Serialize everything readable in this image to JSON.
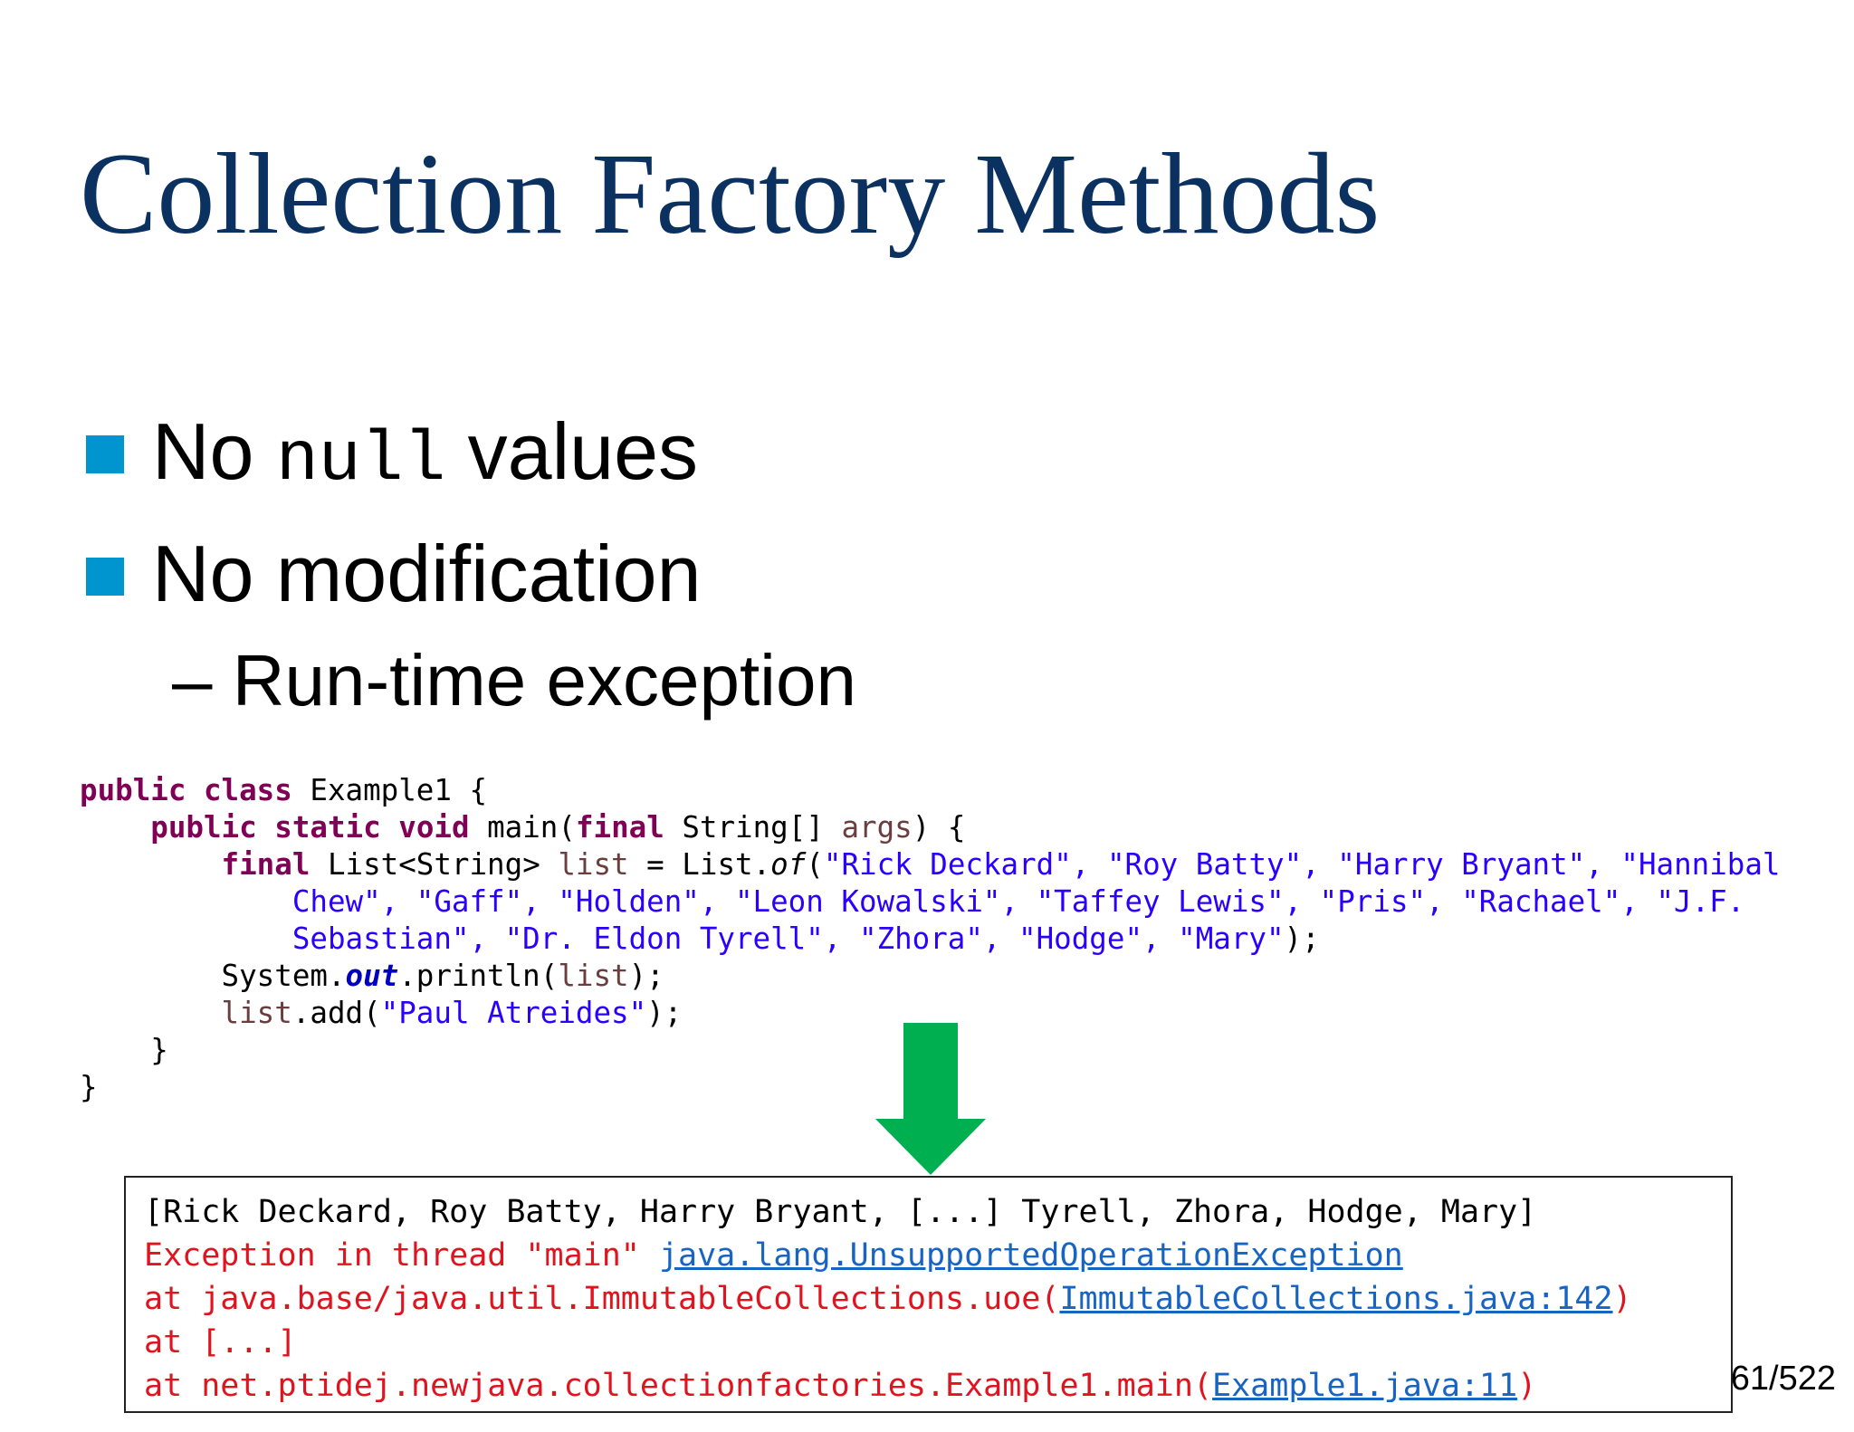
{
  "slide": {
    "title": "Collection Factory Methods",
    "bullets": [
      {
        "pre": "No ",
        "code": "null",
        "post": " values"
      },
      {
        "text": "No modification"
      }
    ],
    "sub_bullet": "– Run-time exception",
    "page_number": "61/522"
  },
  "code": {
    "kw_public": "public",
    "kw_class": "class",
    "class_name": " Example1 {",
    "kw_static": "static",
    "kw_void": "void",
    "kw_final": "final",
    "main_sig": " main(",
    "param_type": " String[] ",
    "param_name": "args",
    "sig_end": ") {",
    "list_type": " List<String> ",
    "var_list": "list",
    "assign": " = List.",
    "method_of": "of",
    "paren_open": "(",
    "strings_line1": "\"Rick Deckard\", \"Roy Batty\", \"Harry Bryant\", \"Hannibal",
    "strings_line2": "Chew\", \"Gaff\", \"Holden\", \"Leon Kowalski\", \"Taffey Lewis\", \"Pris\", \"Rachael\", \"J.F.",
    "strings_line3": "Sebastian\", \"Dr. Eldon Tyrell\", \"Zhora\", \"Hodge\", \"Mary\"",
    "stmt_end": ");",
    "system": "System.",
    "field_out": "out",
    "println": ".println(",
    "add_call": ".add(",
    "add_arg": "\"Paul Atreides\"",
    "close_brace": "}"
  },
  "console": {
    "output_line": "[Rick Deckard, Roy Batty, Harry Bryant, [...] Tyrell, Zhora, Hodge, Mary]",
    "exception_prefix": "Exception in thread \"main\" ",
    "exception_link": "java.lang.UnsupportedOperationException",
    "at1_prefix": "at java.base/java.util.ImmutableCollections.uoe(",
    "at1_link": "ImmutableCollections.java:142",
    "at1_suffix": ")",
    "at2": "at [...]",
    "at3_prefix": "at net.ptidej.newjava.collectionfactories.Example1.main(",
    "at3_link": "Example1.java:11",
    "at3_suffix": ")"
  },
  "colors": {
    "title": "#0b3161",
    "bullet": "#0095cf",
    "arrow": "#00b050",
    "keyword": "#7f0055",
    "string": "#2a00ff",
    "error": "#e0141e",
    "link": "#1764c4"
  },
  "icons": {
    "arrow": "down-arrow-icon"
  }
}
